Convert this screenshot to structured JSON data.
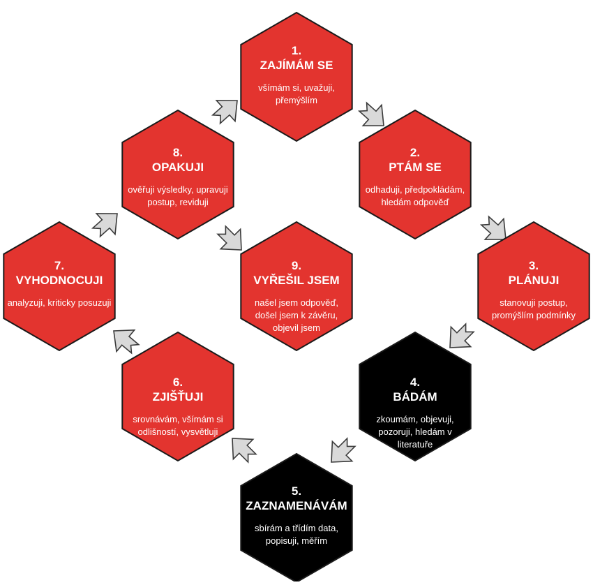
{
  "colors": {
    "red": "#e3342f",
    "black": "#000000",
    "arrow_fill": "#d9d9d9"
  },
  "steps": [
    {
      "number": "1.",
      "title": "ZAJÍMÁM SE",
      "desc": "všímám si, uvažuji, přemýšlím",
      "color": "#e3342f"
    },
    {
      "number": "2.",
      "title": "PTÁM SE",
      "desc": "odhaduji, předpokládám, hledám odpověď",
      "color": "#e3342f"
    },
    {
      "number": "3.",
      "title": "PLÁNUJI",
      "desc": "stanovuji postup, promýšlím podmínky",
      "color": "#e3342f"
    },
    {
      "number": "4.",
      "title": "BÁDÁM",
      "desc": "zkoumám, objevuji, pozoruji, hledám v literatuře",
      "color": "#000000"
    },
    {
      "number": "5.",
      "title": "ZAZNAMENÁVÁM",
      "desc": "sbírám a třídím data, popisuji, měřím",
      "color": "#000000"
    },
    {
      "number": "6.",
      "title": "ZJIŠŤUJI",
      "desc": "srovnávám, všímám si odlišností, vysvětluji",
      "color": "#e3342f"
    },
    {
      "number": "7.",
      "title": "VYHODNOCUJI",
      "desc": "analyzuji, kriticky posuzuji",
      "color": "#e3342f"
    },
    {
      "number": "8.",
      "title": "OPAKUJI",
      "desc": "ověřuji výsledky, upravuji postup, reviduji",
      "color": "#e3342f"
    },
    {
      "number": "9.",
      "title": "VYŘEŠIL JSEM",
      "desc": "našel jsem odpověď, došel jsem k závěru, objevil jsem",
      "color": "#e3342f"
    }
  ],
  "connections": [
    {
      "from": "1.",
      "to": "2."
    },
    {
      "from": "2.",
      "to": "3."
    },
    {
      "from": "3.",
      "to": "4."
    },
    {
      "from": "4.",
      "to": "5."
    },
    {
      "from": "5.",
      "to": "6."
    },
    {
      "from": "6.",
      "to": "7."
    },
    {
      "from": "7.",
      "to": "8."
    },
    {
      "from": "8.",
      "to": "1."
    },
    {
      "from": "8.",
      "to": "9."
    }
  ]
}
